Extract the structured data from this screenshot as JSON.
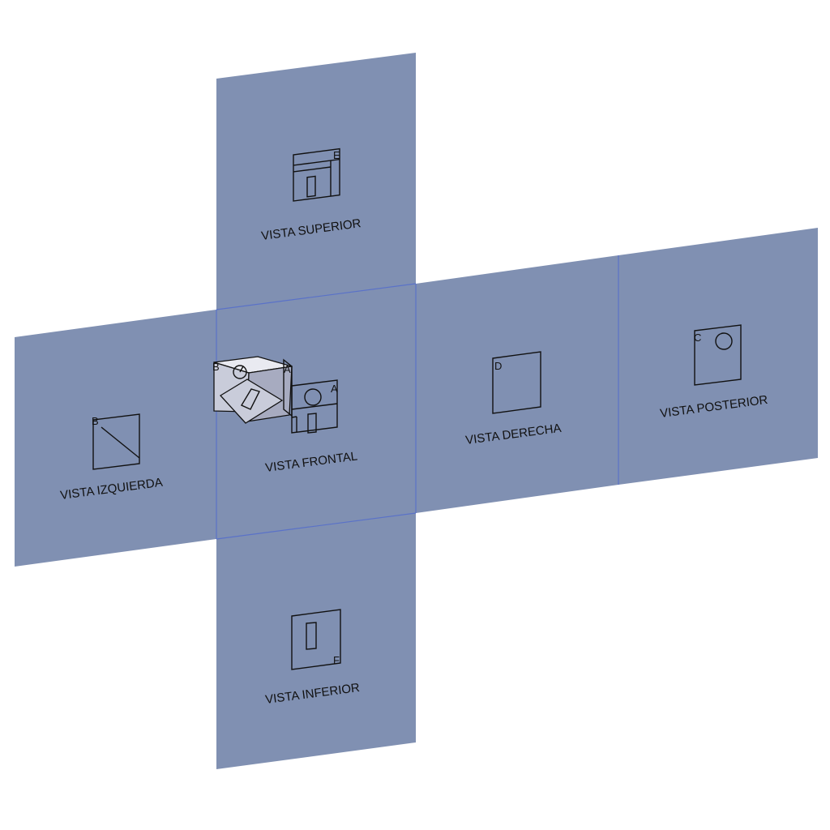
{
  "colors": {
    "panel": "#8090b2",
    "seam": "#5a72c8",
    "line": "#111111",
    "background": "#ffffff"
  },
  "views": {
    "superior": {
      "label": "VISTA SUPERIOR",
      "letter": "E"
    },
    "frontal": {
      "label": "VISTA FRONTAL",
      "letter": "A"
    },
    "izquierda": {
      "label": "VISTA IZQUIERDA",
      "letter": "B"
    },
    "derecha": {
      "label": "VISTA DERECHA",
      "letter": "D"
    },
    "posterior": {
      "label": "VISTA POSTERIOR",
      "letter": "C"
    },
    "inferior": {
      "label": "VISTA INFERIOR",
      "letter": "F"
    }
  },
  "isometric": {
    "letters": {
      "left": "B",
      "right": "A"
    }
  }
}
